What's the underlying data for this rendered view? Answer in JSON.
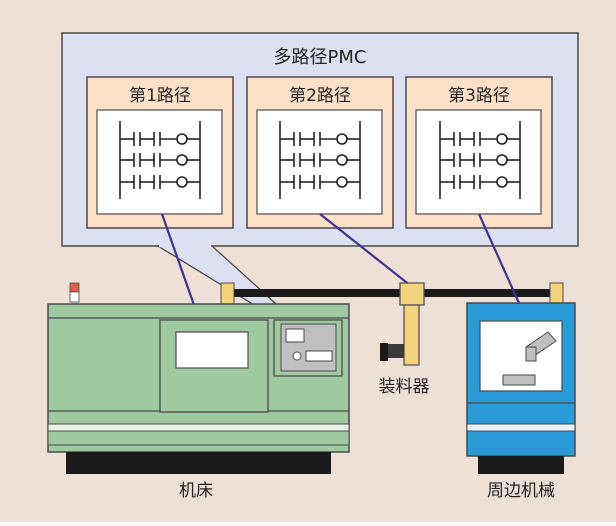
{
  "pmc_panel": {
    "title": "多路径PMC",
    "paths": [
      {
        "label": "第1路径"
      },
      {
        "label": "第2路径"
      },
      {
        "label": "第3路径"
      }
    ]
  },
  "labels": {
    "machine_tool": "机床",
    "loader": "装料器",
    "peripheral": "周边机械"
  },
  "colors": {
    "background": "#ede0d6",
    "pmc_panel_fill": "#dce0f2",
    "path_block_fill": "#fde0c8",
    "link_line": "#3f3590",
    "machine_body": "#9fcaa0",
    "peripheral_body": "#2a9ad8",
    "rail_post": "#f3d37d"
  }
}
